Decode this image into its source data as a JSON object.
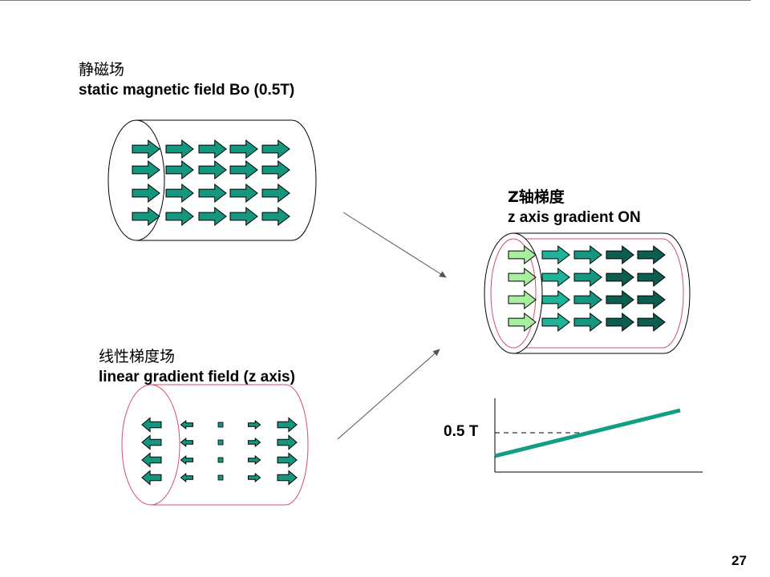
{
  "static_field": {
    "title_cn": "静磁场",
    "title_en": "static magnetic field Bo (0.5T)"
  },
  "linear_gradient": {
    "title_cn": "线性梯度场",
    "title_en": "linear gradient field (z axis)"
  },
  "z_gradient": {
    "title_cn": "Z轴梯度",
    "title_en": "z axis gradient ON"
  },
  "graph": {
    "value_label": "0.5 T",
    "line_color": "#119E83"
  },
  "colors": {
    "arrow_teal": "#15977F",
    "light_green": "#A8F0A0",
    "mid_teal": "#1FB39A",
    "dark_teal": "#0B5E50",
    "pink_outline": "#D0506A"
  },
  "page_number": "27"
}
